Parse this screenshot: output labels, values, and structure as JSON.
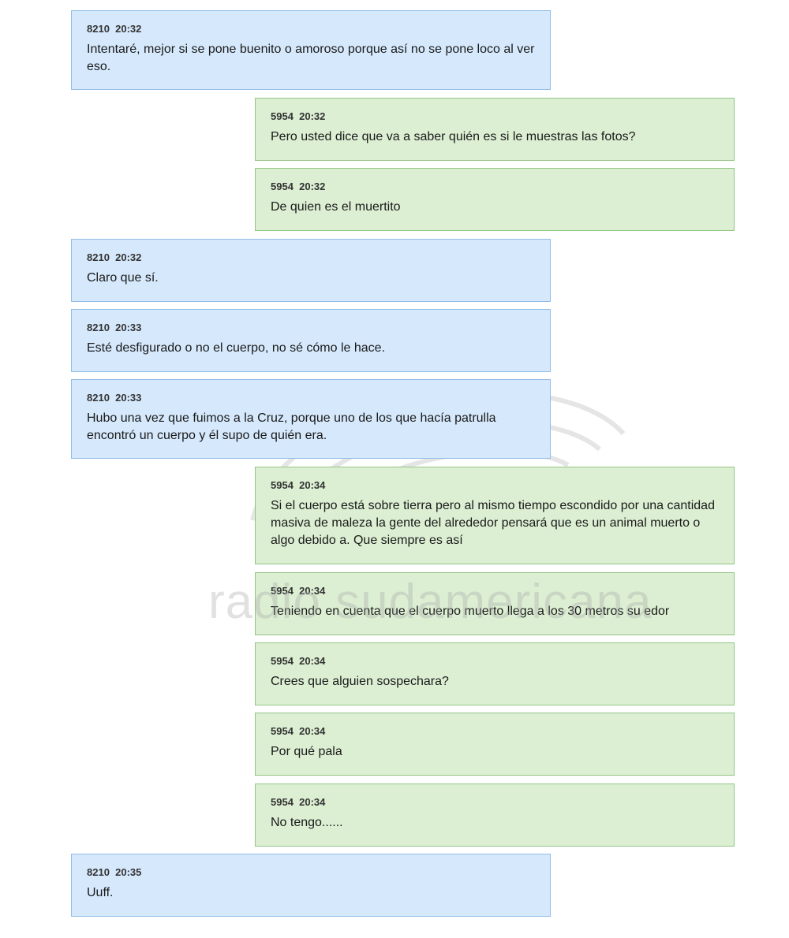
{
  "messages": [
    {
      "side": "left",
      "meta": "8210  20:32",
      "text": "Intentaré, mejor si se pone buenito o amoroso porque así no se pone loco al ver eso."
    },
    {
      "side": "right",
      "meta": "5954  20:32",
      "text": "Pero usted dice que va a saber quién es si le muestras las fotos?"
    },
    {
      "side": "right",
      "meta": "5954  20:32",
      "text": "De quien es el muertito"
    },
    {
      "side": "left",
      "meta": "8210  20:32",
      "text": "Claro que sí."
    },
    {
      "side": "left",
      "meta": "8210  20:33",
      "text": "Esté desfigurado o no el cuerpo, no sé cómo le hace."
    },
    {
      "side": "left",
      "meta": "8210  20:33",
      "text": "Hubo una vez que fuimos a la Cruz, porque uno de los que hacía patrulla encontró un cuerpo y él supo de quién era."
    },
    {
      "side": "right",
      "meta": "5954  20:34",
      "text": "Si el cuerpo está sobre tierra pero al mismo tiempo escondido por una cantidad masiva de maleza la gente del alrededor pensará que es un animal muerto o algo debido a. Que siempre es así"
    },
    {
      "side": "right",
      "meta": "5954  20:34",
      "text": "Teniendo en cuenta que el cuerpo muerto llega a los 30 metros su edor"
    },
    {
      "side": "right",
      "meta": "5954  20:34",
      "text": "Crees que alguien sospechara?"
    },
    {
      "side": "right",
      "meta": "5954  20:34",
      "text": "Por qué pala"
    },
    {
      "side": "right",
      "meta": "5954  20:34",
      "text": "No tengo......"
    },
    {
      "side": "left",
      "meta": "8210  20:35",
      "text": "Uuff."
    }
  ],
  "watermark": "radio sudamericana",
  "colors": {
    "left_bg": "#d6e9fc",
    "left_border": "#93bde6",
    "right_bg": "#dcefd3",
    "right_border": "#93c486"
  }
}
